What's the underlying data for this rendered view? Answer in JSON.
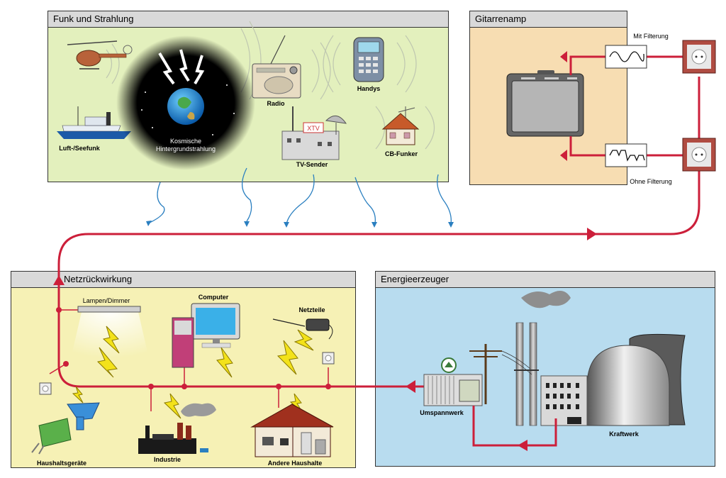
{
  "panels": {
    "funk": "Funk und Strahlung",
    "gitarre": "Gitarrenamp",
    "netz": "Netzrückwirkung",
    "energie": "Energieerzeuger"
  },
  "funk_labels": {
    "seefunk": "Luft-/Seefunk",
    "kosmisch": "Kosmische\nHintergrundstrahlung",
    "radio": "Radio",
    "tv_sender": "TV-Sender",
    "tv_sign": "XTV",
    "handys": "Handys",
    "cb_funker": "CB-Funker"
  },
  "gitarre_labels": {
    "mit": "Mit Filterung",
    "ohne": "Ohne Filterung"
  },
  "netz_labels": {
    "lampen": "Lampen/Dimmer",
    "computer": "Computer",
    "netzteile": "Netzteile",
    "haushaltsgeraete": "Haushaltsgeräte",
    "industrie": "Industrie",
    "andere": "Andere Haushalte"
  },
  "energie_labels": {
    "umspannwerk": "Umspannwerk",
    "kraftwerk": "Kraftwerk"
  },
  "colors": {
    "funk_bg": "#e3f0bd",
    "gitarre_bg": "#f7ddb2",
    "netz_bg": "#f6f1b5",
    "energie_bg": "#b8dcef",
    "line_red": "#cc1f3a",
    "arrow_blue": "#2a7fc0"
  }
}
